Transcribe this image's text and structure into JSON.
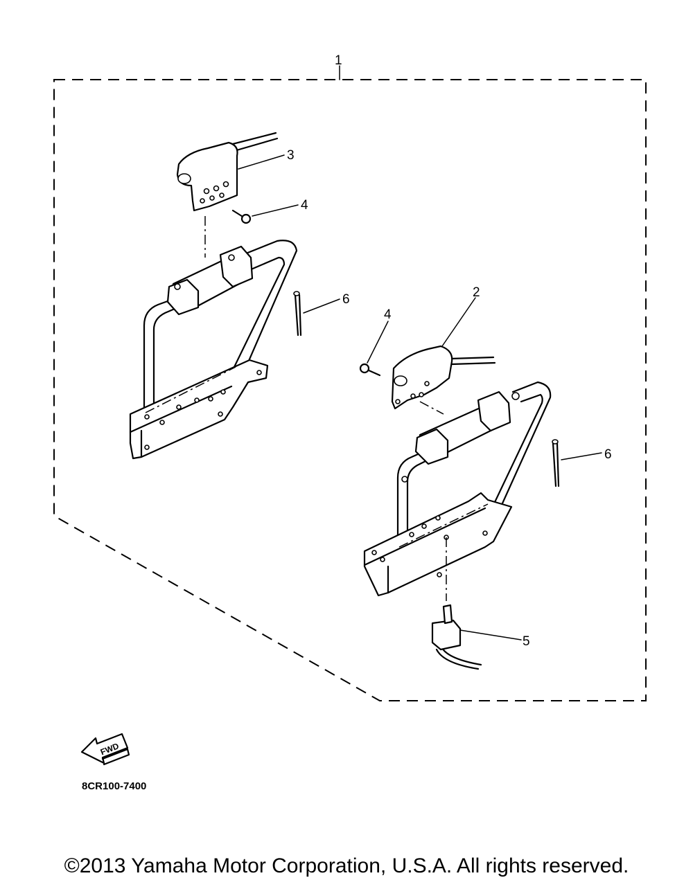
{
  "callouts": {
    "c1": "1",
    "c2": "2",
    "c3": "3",
    "c4a": "4",
    "c4b": "4",
    "c5": "5",
    "c6a": "6",
    "c6b": "6"
  },
  "fwd_label": "FWD",
  "diagram_code": "8CR100-7400",
  "copyright": "©2013 Yamaha Motor Corporation, U.S.A. All rights reserved."
}
